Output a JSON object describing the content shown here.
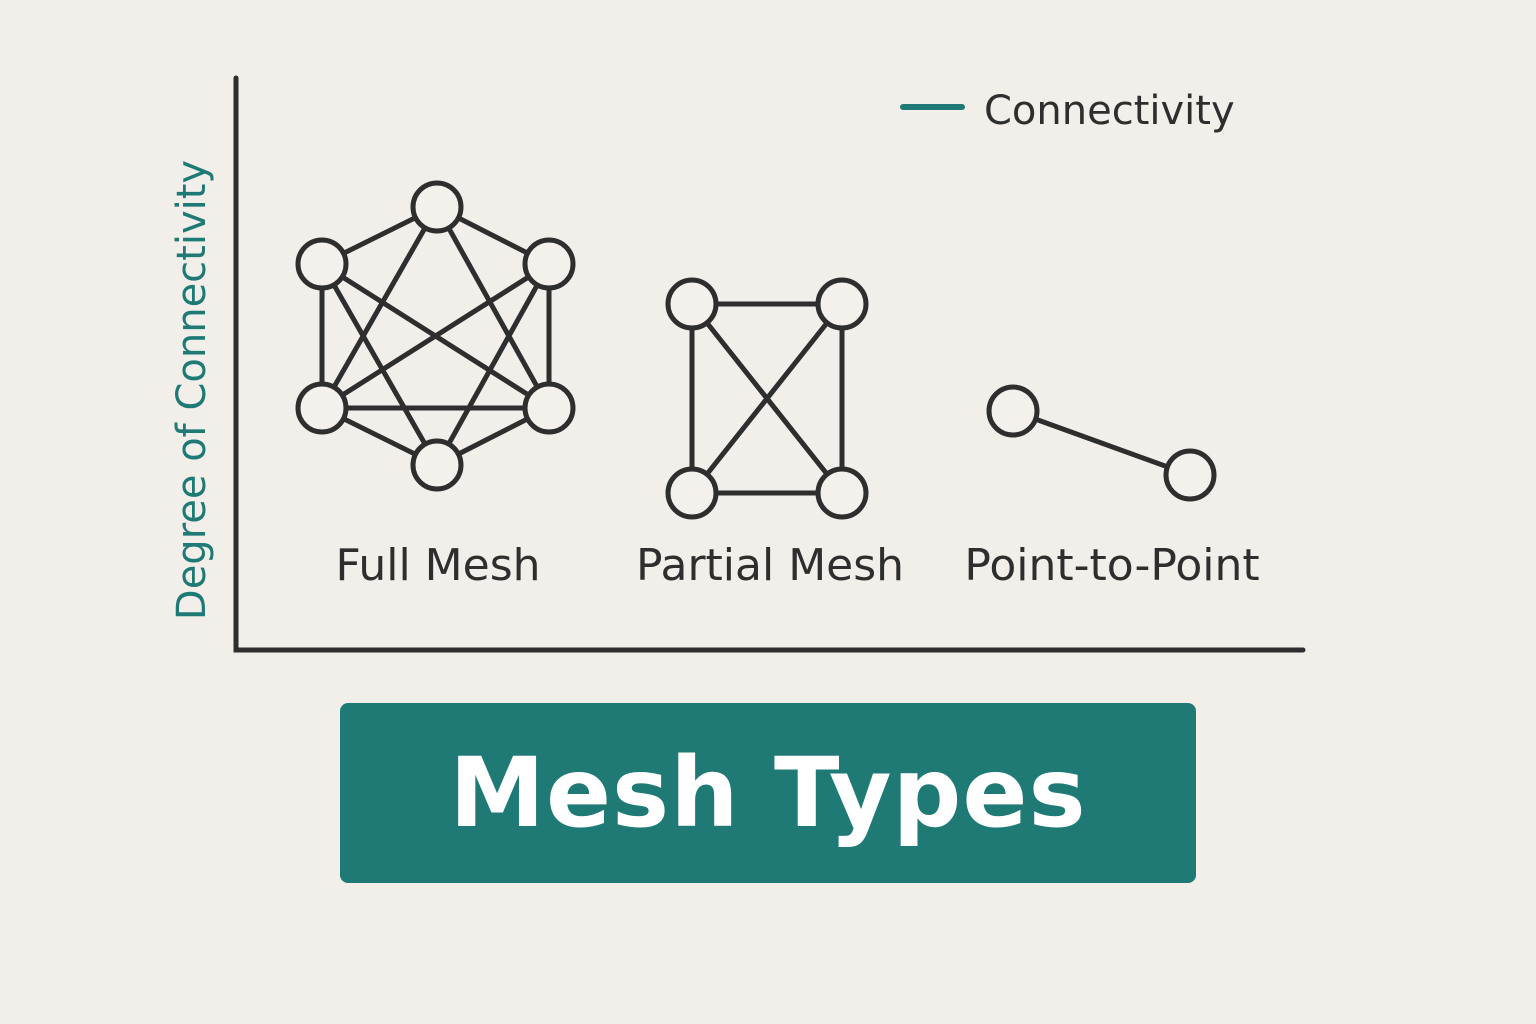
{
  "y_axis_label": "Degree of Connectivity",
  "legend": {
    "label": "Connectivity",
    "color": "#1f7a76"
  },
  "banner": {
    "title": "Mesh Types",
    "color": "#1f7a76"
  },
  "diagrams": [
    {
      "id": "full-mesh",
      "label": "Full Mesh",
      "node_count": 6
    },
    {
      "id": "partial-mesh",
      "label": "Partial Mesh",
      "node_count": 4
    },
    {
      "id": "point-to-point",
      "label": "Point-to-Point",
      "node_count": 2
    }
  ],
  "colors": {
    "background": "#f2efea",
    "ink": "#2e2e2e",
    "accent": "#1f7a76"
  }
}
